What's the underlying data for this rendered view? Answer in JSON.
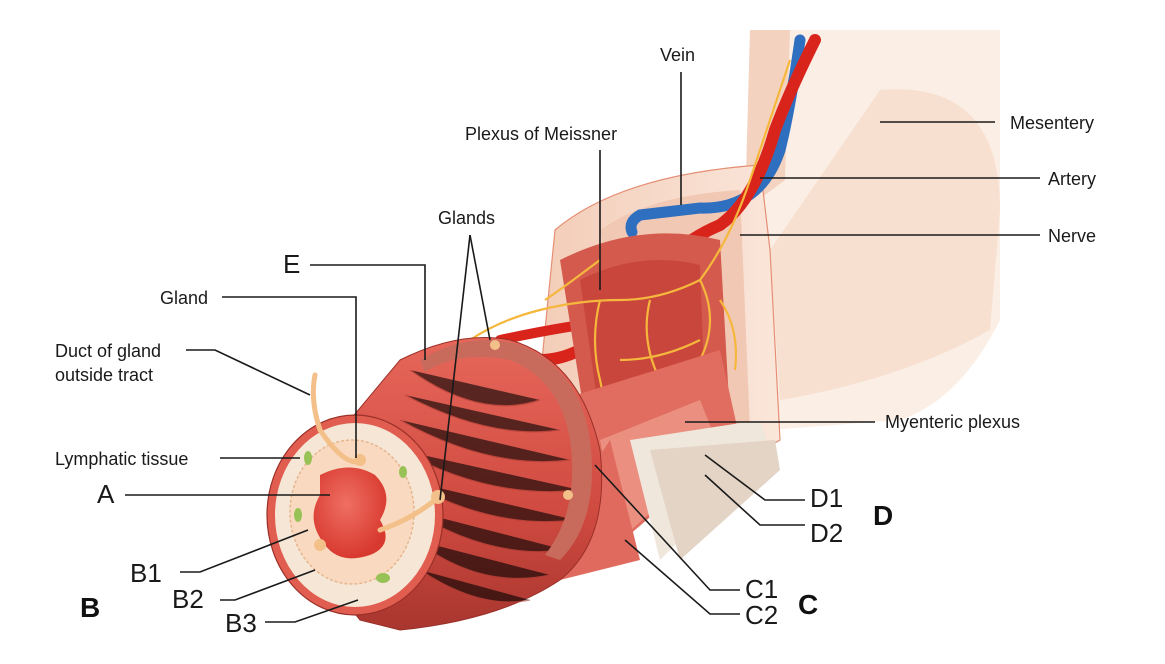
{
  "labels": {
    "vein": "Vein",
    "mesentery": "Mesentery",
    "artery": "Artery",
    "nerve": "Nerve",
    "plexus_meissner": "Plexus of Meissner",
    "glands": "Glands",
    "gland": "Gland",
    "duct_line1": "Duct of gland",
    "duct_line2": "outside tract",
    "lymphatic": "Lymphatic tissue",
    "myenteric": "Myenteric plexus",
    "E": "E",
    "A": "A",
    "B1": "B1",
    "B2": "B2",
    "B3": "B3",
    "B": "B",
    "C1": "C1",
    "C2": "C2",
    "C": "C",
    "D1": "D1",
    "D2": "D2",
    "D": "D"
  },
  "colors": {
    "muscle": "#d9544a",
    "muscle_dark": "#b8433a",
    "mucosa": "#f6d9c4",
    "lumen": "#e5473e",
    "serosa": "#f5d5c2",
    "mesentery": "#f8e2d4",
    "artery": "#d9241c",
    "vein": "#2e6fc0",
    "nerve": "#f5b73c",
    "lymph": "#98c255"
  }
}
